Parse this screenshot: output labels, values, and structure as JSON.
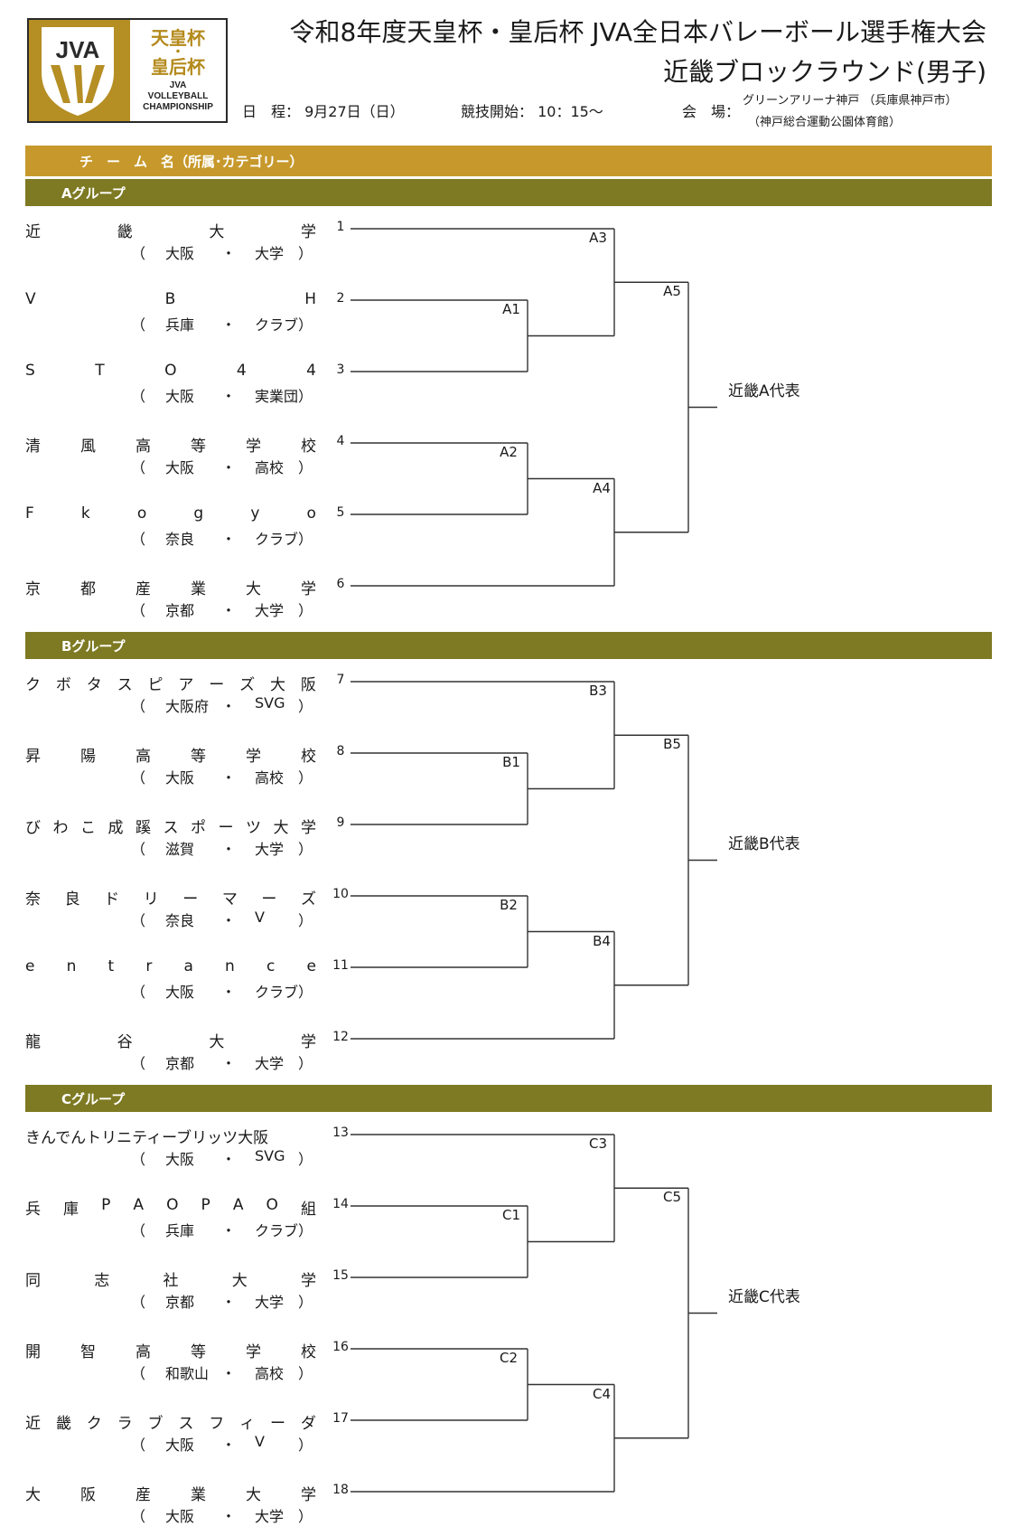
{
  "logo": {
    "mark": "JVA",
    "cup_line1": "天皇杯",
    "cup_dot": "・",
    "cup_line2": "皇后杯",
    "small1": "JVA",
    "small2": "VOLLEYBALL",
    "small3": "CHAMPIONSHIP",
    "colors": {
      "gold": "#b58e24"
    }
  },
  "header": {
    "title_line1": "令和8年度天皇杯・皇后杯 JVA全日本バレーボール選手権大会",
    "title_line2": "近畿ブロックラウンド(男子)",
    "schedule": "日　程：  9月27日（日）",
    "start_time": "競技開始：  10：15～",
    "venue_label": "会　場：",
    "venue_line1": "グリーンアリーナ神戸 （兵庫県神戸市）",
    "venue_line2": "（神戸総合運動公園体育館）"
  },
  "table_header": "チ　ー　ム　名（所属･カテゴリー）",
  "colors": {
    "header_band": "#c7992c",
    "group_band": "#7e7a23"
  },
  "groups": [
    {
      "label": "Aグループ",
      "winner_label": "近畿A代表",
      "teams": [
        {
          "seed": "1",
          "name": [
            "近",
            "畿",
            "大",
            "学"
          ],
          "pref": "大阪",
          "cat": "大学"
        },
        {
          "seed": "2",
          "name": [
            "V",
            "B",
            "H"
          ],
          "pref": "兵庫",
          "cat": "クラブ"
        },
        {
          "seed": "3",
          "name": [
            "S",
            "T",
            "O",
            "4",
            "4"
          ],
          "pref": "大阪",
          "cat": "実業団"
        },
        {
          "seed": "4",
          "name": [
            "清",
            "風",
            "高",
            "等",
            "学",
            "校"
          ],
          "pref": "大阪",
          "cat": "高校"
        },
        {
          "seed": "5",
          "name": [
            "F",
            "k",
            "o",
            "g",
            "y",
            "o"
          ],
          "pref": "奈良",
          "cat": "クラブ"
        },
        {
          "seed": "6",
          "name": [
            "京",
            "都",
            "産",
            "業",
            "大",
            "学"
          ],
          "pref": "京都",
          "cat": "大学"
        }
      ],
      "matches": [
        "A1",
        "A2",
        "A3",
        "A4",
        "A5"
      ]
    },
    {
      "label": "Bグループ",
      "winner_label": "近畿B代表",
      "teams": [
        {
          "seed": "7",
          "name": [
            "ク",
            "ボ",
            "タ",
            "ス",
            "ピ",
            "ア",
            "ー",
            "ズ",
            "大",
            "阪"
          ],
          "pref": "大阪府",
          "cat": "SVG"
        },
        {
          "seed": "8",
          "name": [
            "昇",
            "陽",
            "高",
            "等",
            "学",
            "校"
          ],
          "pref": "大阪",
          "cat": "高校"
        },
        {
          "seed": "9",
          "name": [
            "び",
            "わ",
            "こ",
            "成",
            "蹊",
            "ス",
            "ポ",
            "ー",
            "ツ",
            "大",
            "学"
          ],
          "pref": "滋賀",
          "cat": "大学"
        },
        {
          "seed": "10",
          "name": [
            "奈",
            "良",
            "ド",
            "リ",
            "ー",
            "マ",
            "ー",
            "ズ"
          ],
          "pref": "奈良",
          "cat": "V"
        },
        {
          "seed": "11",
          "name": [
            "e",
            "n",
            "t",
            "r",
            "a",
            "n",
            "c",
            "e"
          ],
          "pref": "大阪",
          "cat": "クラブ"
        },
        {
          "seed": "12",
          "name": [
            "龍",
            "谷",
            "大",
            "学"
          ],
          "pref": "京都",
          "cat": "大学"
        }
      ],
      "matches": [
        "B1",
        "B2",
        "B3",
        "B4",
        "B5"
      ]
    },
    {
      "label": "Cグループ",
      "winner_label": "近畿C代表",
      "teams": [
        {
          "seed": "13",
          "name": [
            "きんでんトリニティーブリッツ大阪"
          ],
          "pref": "大阪",
          "cat": "SVG"
        },
        {
          "seed": "14",
          "name": [
            "兵",
            "庫",
            "P",
            "A",
            "O",
            "P",
            "A",
            "O",
            "組"
          ],
          "pref": "兵庫",
          "cat": "クラブ"
        },
        {
          "seed": "15",
          "name": [
            "同",
            "志",
            "社",
            "大",
            "学"
          ],
          "pref": "京都",
          "cat": "大学"
        },
        {
          "seed": "16",
          "name": [
            "開",
            "智",
            "高",
            "等",
            "学",
            "校"
          ],
          "pref": "和歌山",
          "cat": "高校"
        },
        {
          "seed": "17",
          "name": [
            "近",
            "畿",
            "ク",
            "ラ",
            "ブ",
            "ス",
            "フ",
            "ィ",
            "ー",
            "ダ"
          ],
          "pref": "大阪",
          "cat": "V"
        },
        {
          "seed": "18",
          "name": [
            "大",
            "阪",
            "産",
            "業",
            "大",
            "学"
          ],
          "pref": "大阪",
          "cat": "大学"
        }
      ],
      "matches": [
        "C1",
        "C2",
        "C3",
        "C4",
        "C5"
      ]
    }
  ]
}
